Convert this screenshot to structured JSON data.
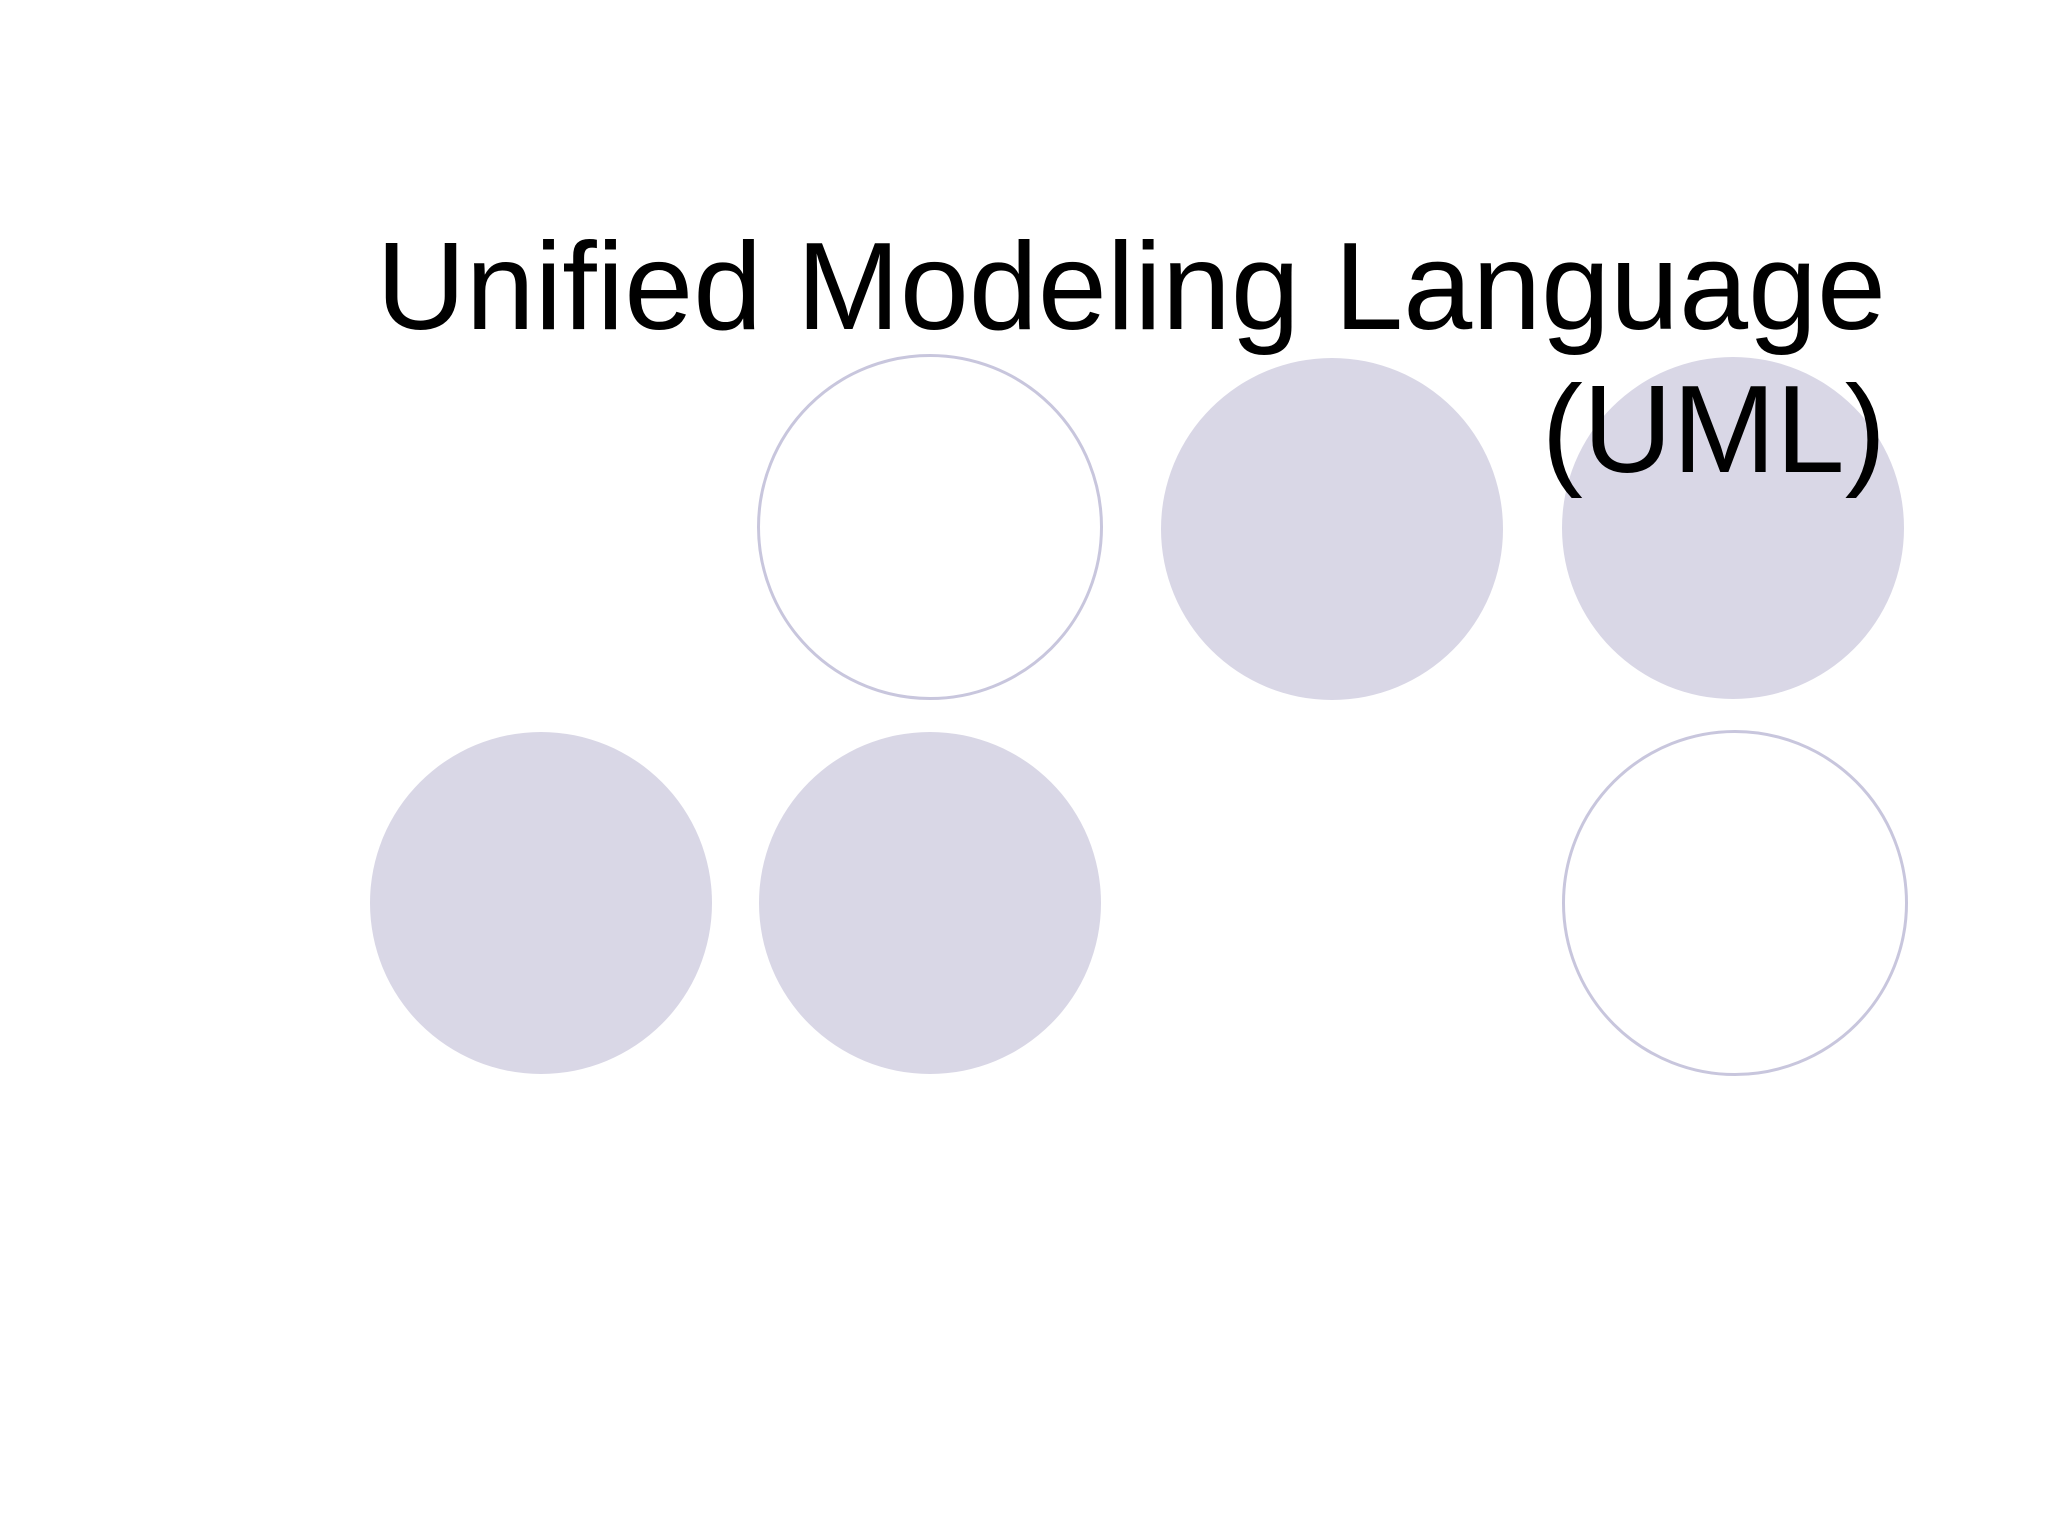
{
  "slide": {
    "title_line1": "Unified Modeling Language",
    "title_line2": "(UML)",
    "background_color": "#FFFFFF",
    "title_color": "#000000"
  },
  "decoration": {
    "circle_fill_color": "#D9D7E6",
    "circle_outline_color": "#C8C6DD",
    "circles": [
      {
        "position": "top-left",
        "style": "outline"
      },
      {
        "position": "top-middle",
        "style": "filled"
      },
      {
        "position": "top-right",
        "style": "filled"
      },
      {
        "position": "bottom-left",
        "style": "filled"
      },
      {
        "position": "bottom-middle",
        "style": "filled"
      },
      {
        "position": "bottom-right",
        "style": "outline"
      }
    ]
  }
}
